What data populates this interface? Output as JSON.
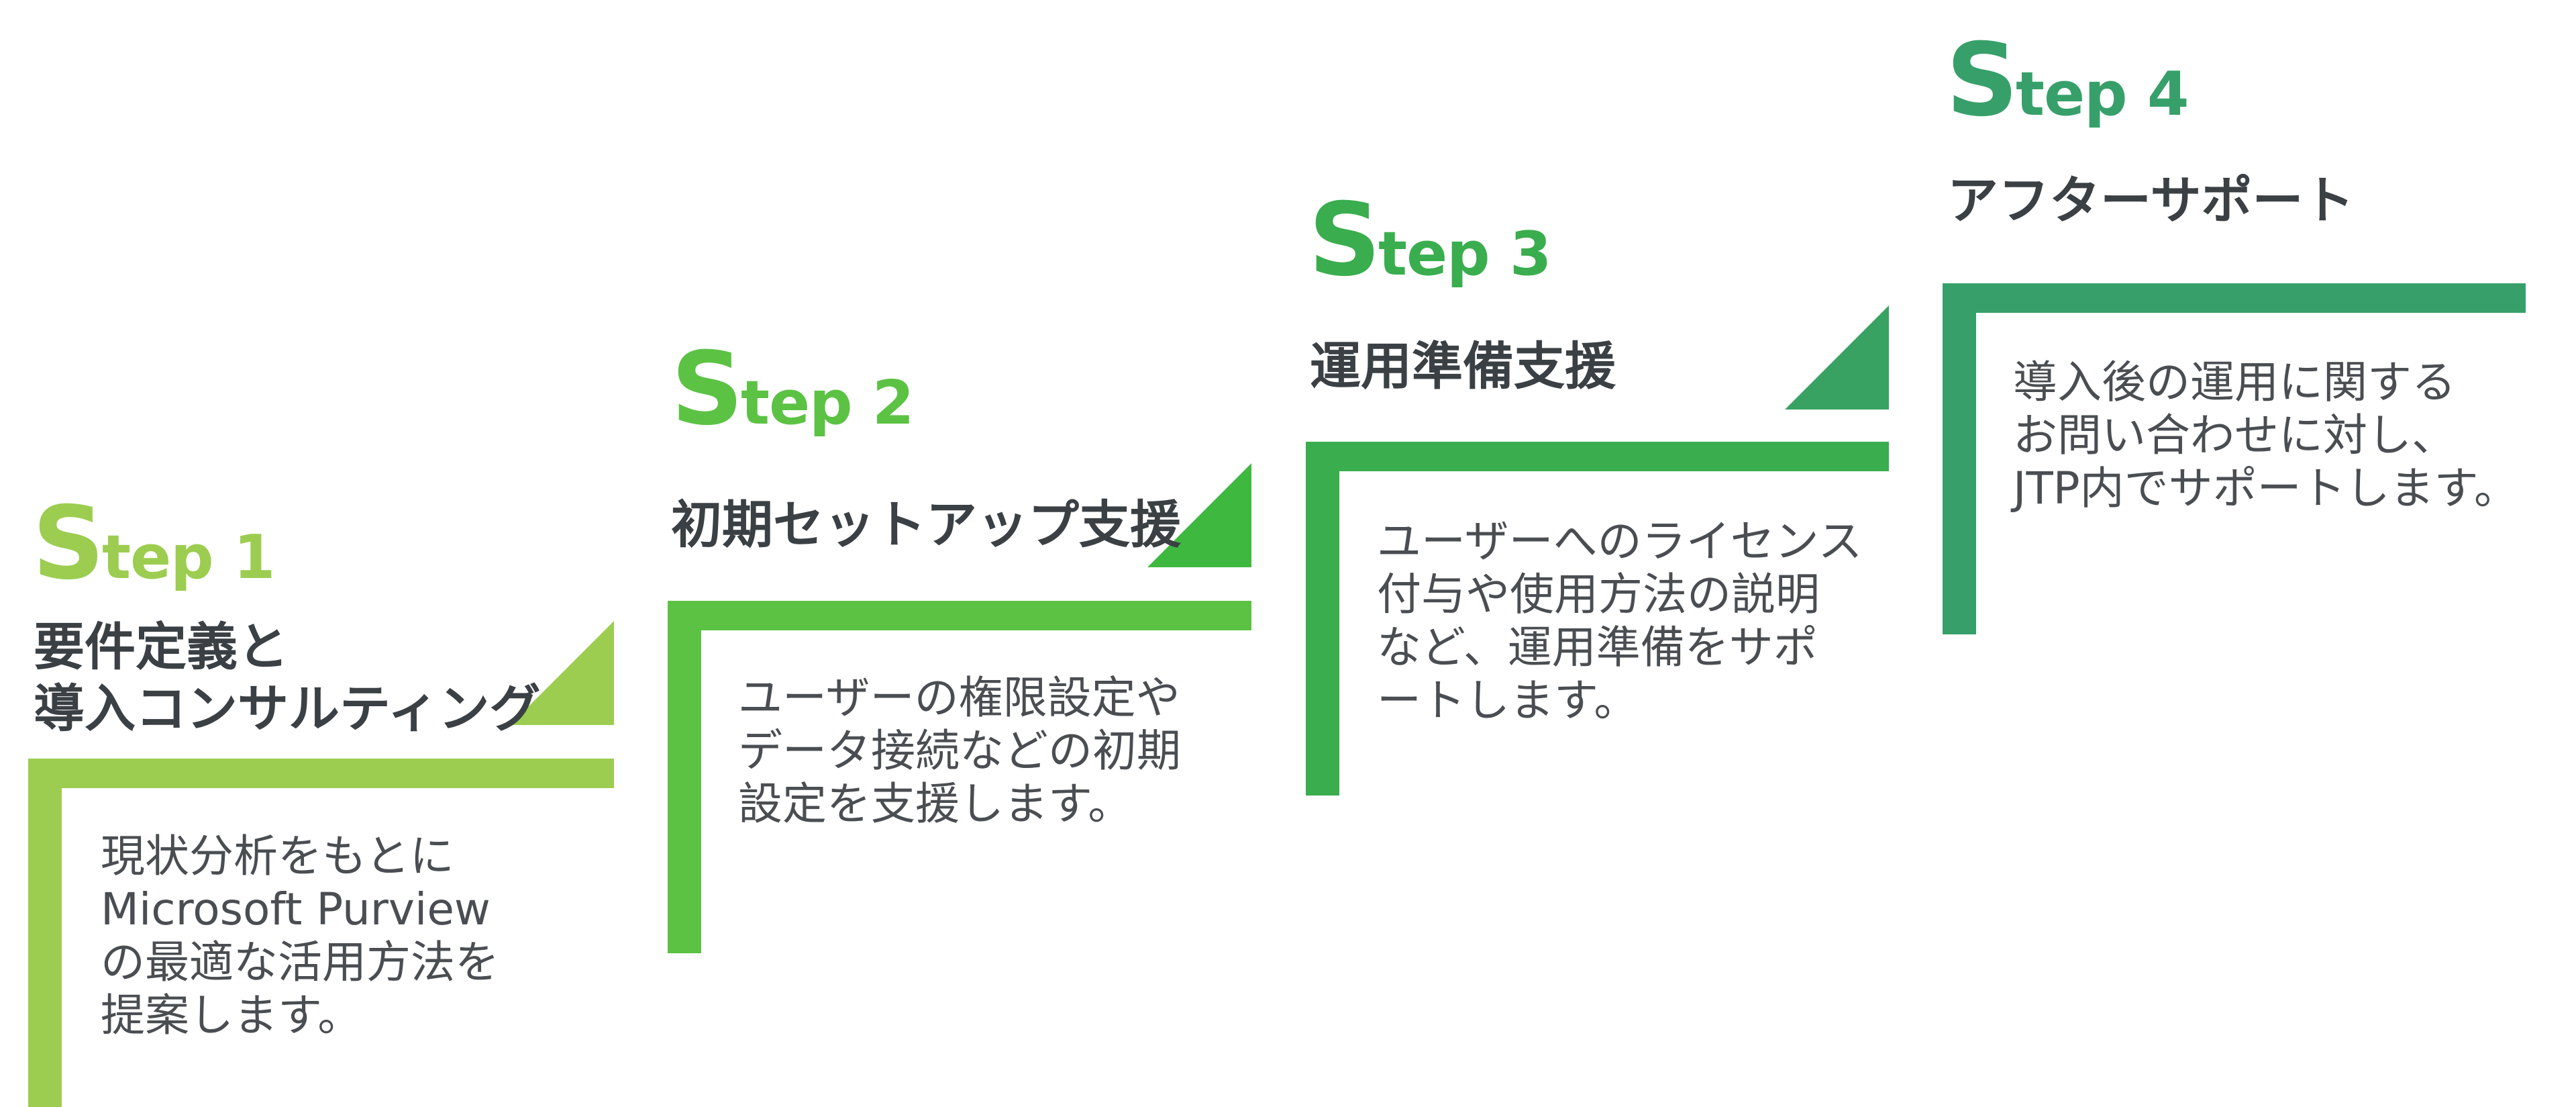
{
  "steps": [
    {
      "step_s": "S",
      "step_rest": "tep 1",
      "title_lines": [
        "要件定義と",
        "導入コンサルティング"
      ],
      "desc_lines": [
        "現状分析をもとに",
        "Microsoft Purview",
        "の最適な活用方法を",
        "提案します。"
      ],
      "color": "#9ccd50"
    },
    {
      "step_s": "S",
      "step_rest": "tep 2",
      "title_lines": [
        "初期セットアップ支援"
      ],
      "desc_lines": [
        "ユーザーの権限設定や",
        "データ接続などの初期",
        "設定を支援します。"
      ],
      "color": "#5cc244"
    },
    {
      "step_s": "S",
      "step_rest": "tep 3",
      "title_lines": [
        "運用準備支援"
      ],
      "desc_lines": [
        "ユーザーへのライセンス",
        "付与や使用方法の説明",
        "など、運用準備をサポ",
        "ートします。"
      ],
      "color": "#3aad4e"
    },
    {
      "step_s": "S",
      "step_rest": "tep 4",
      "title_lines": [
        "アフターサポート"
      ],
      "desc_lines": [
        "導入後の運用に関する",
        "お問い合わせに対し、",
        "JTP内でサポートします。"
      ],
      "color": "#37a06a"
    }
  ]
}
